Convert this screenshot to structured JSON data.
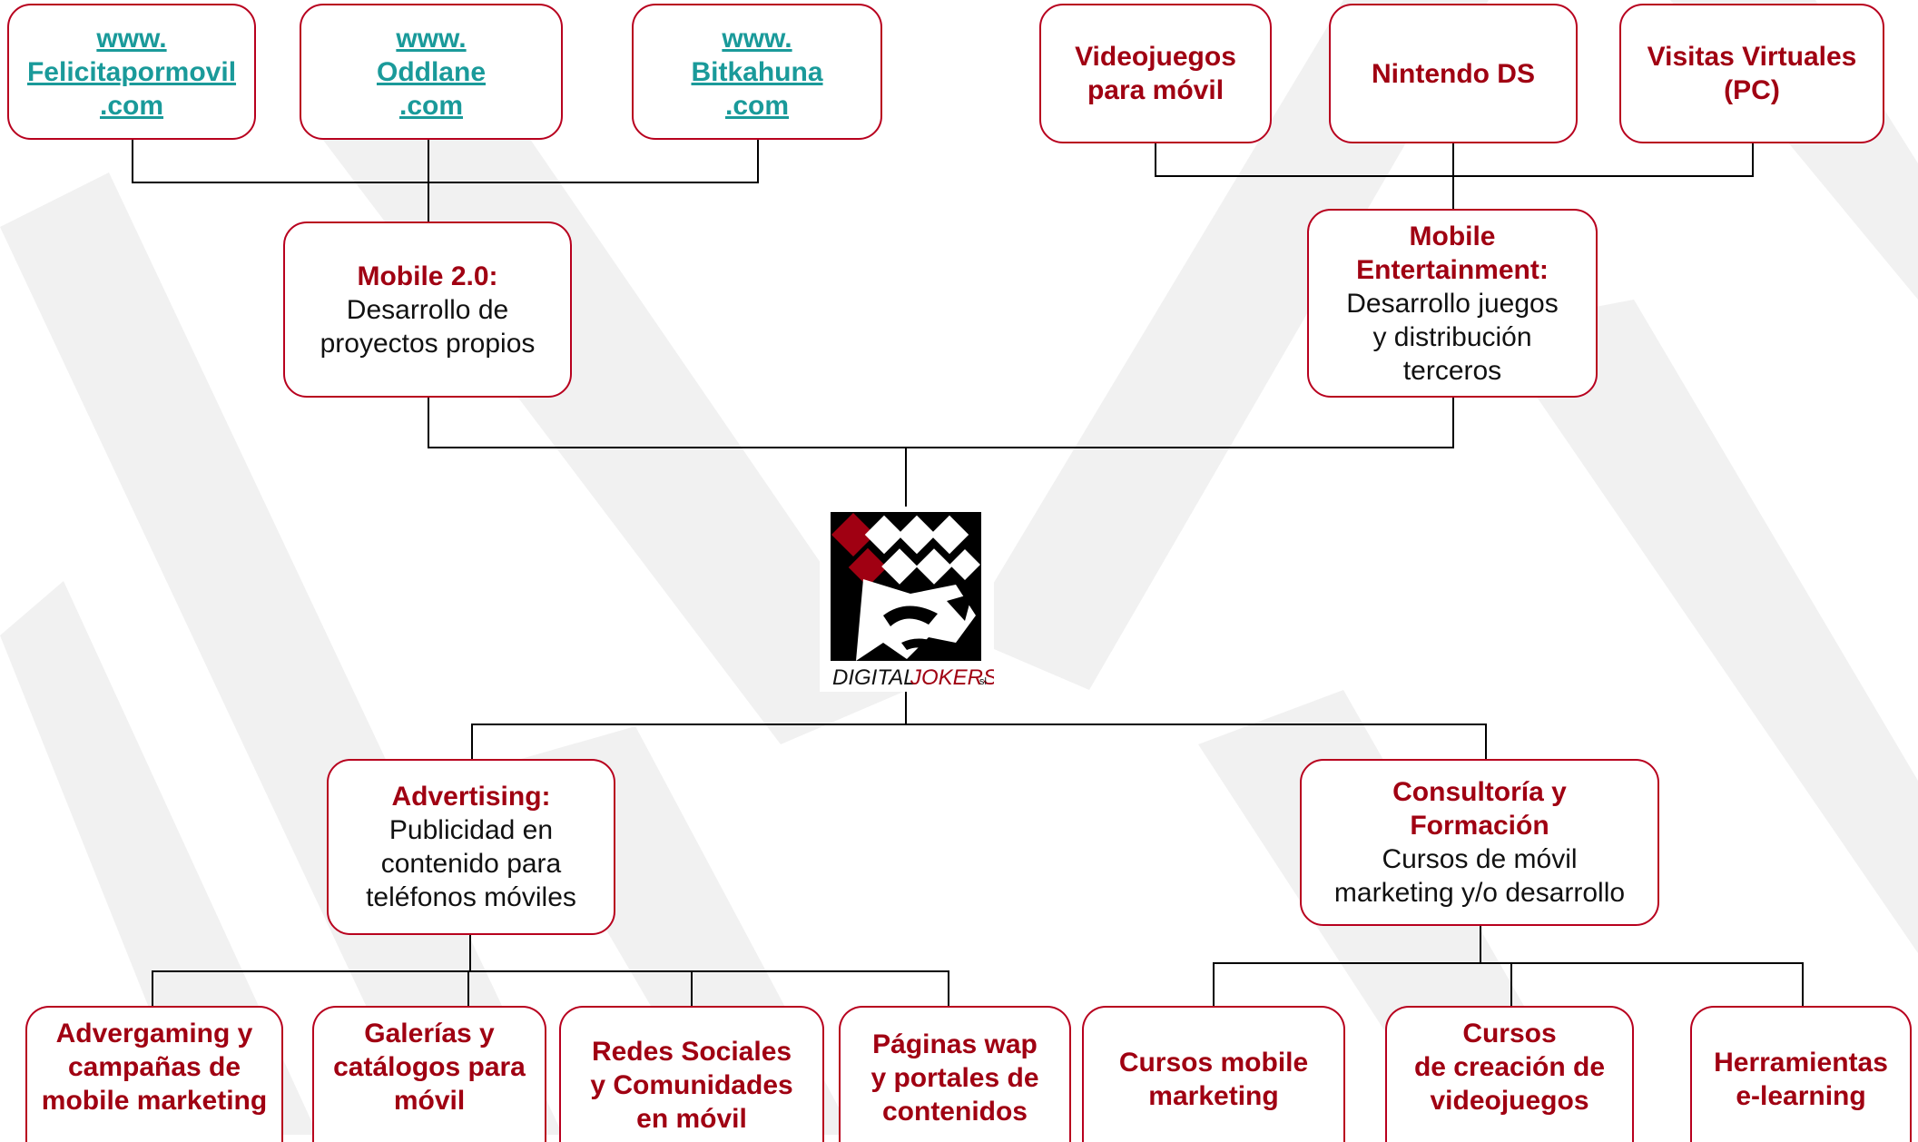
{
  "colors": {
    "border": "#b8001e",
    "title": "#a00012",
    "link": "#1a9a9a",
    "text": "#111111",
    "connector": "#000000"
  },
  "top_left": {
    "links": [
      {
        "lines": [
          "www.",
          "Felicitapormovil",
          ".com"
        ]
      },
      {
        "lines": [
          "www.",
          "Oddlane",
          ".com"
        ]
      },
      {
        "lines": [
          "www.",
          "Bitkahuna",
          ".com"
        ]
      }
    ],
    "parent": {
      "title": "Mobile 2.0:",
      "desc": [
        "Desarrollo de",
        "proyectos propios"
      ]
    }
  },
  "top_right": {
    "items": [
      {
        "lines": [
          "Videojuegos",
          "para móvil"
        ]
      },
      {
        "lines": [
          "Nintendo DS"
        ]
      },
      {
        "lines": [
          "Visitas Virtuales",
          "(PC)"
        ]
      }
    ],
    "parent": {
      "title": [
        "Mobile",
        "Entertainment:"
      ],
      "desc": [
        "Desarrollo juegos",
        "y distribución",
        "terceros"
      ]
    }
  },
  "logo": {
    "text_black": "DIGITAL",
    "text_red": "JOKERS",
    "suffix": "sl",
    "icon": "joker-face-icon"
  },
  "advertising": {
    "title": "Advertising:",
    "desc": [
      "Publicidad en",
      "contenido para",
      "teléfonos móviles"
    ],
    "children": [
      {
        "lines": [
          "Advergaming y",
          "campañas de",
          "mobile marketing"
        ]
      },
      {
        "lines": [
          "Galerías y",
          "catálogos para",
          "móvil"
        ]
      },
      {
        "lines": [
          "Redes Sociales",
          "y Comunidades",
          "en móvil"
        ]
      },
      {
        "lines": [
          "Páginas wap",
          "y portales de",
          "contenidos"
        ]
      }
    ]
  },
  "consulting": {
    "title": [
      "Consultoría y",
      "Formación"
    ],
    "desc": [
      "Cursos de móvil",
      "marketing y/o desarrollo"
    ],
    "children": [
      {
        "lines": [
          "Cursos mobile",
          "marketing"
        ]
      },
      {
        "lines": [
          "Cursos",
          "de creación de",
          "videojuegos"
        ]
      },
      {
        "lines": [
          "Herramientas",
          "e-learning"
        ]
      }
    ]
  }
}
